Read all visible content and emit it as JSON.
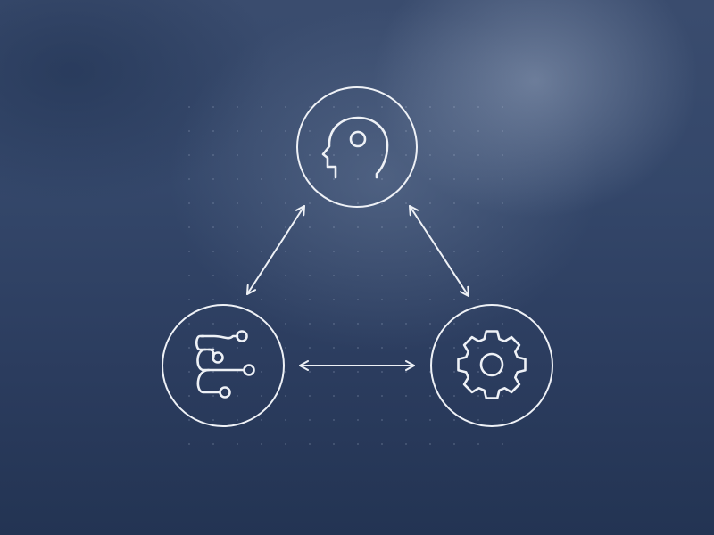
{
  "diagram": {
    "nodes": [
      {
        "id": "mind",
        "icon": "human-head-icon"
      },
      {
        "id": "network",
        "icon": "circuit-network-icon"
      },
      {
        "id": "process",
        "icon": "gear-icon"
      }
    ],
    "connections": [
      {
        "from": "mind",
        "to": "network",
        "direction": "both"
      },
      {
        "from": "mind",
        "to": "process",
        "direction": "both"
      },
      {
        "from": "network",
        "to": "process",
        "direction": "both"
      }
    ]
  },
  "colors": {
    "stroke": "#eef1f6",
    "background_top": "#3a4c6e",
    "background_bottom": "#233453",
    "highlight": "#96a5be"
  }
}
